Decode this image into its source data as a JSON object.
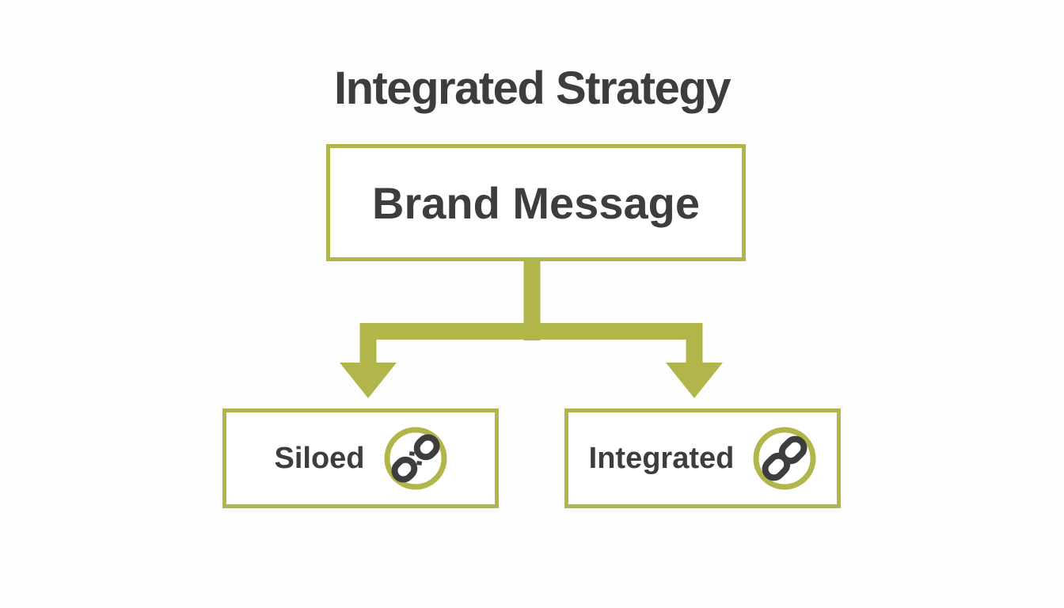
{
  "title": "Integrated Strategy",
  "colors": {
    "accent": "#b2b64a",
    "text": "#3d3d3d",
    "bg": "#fdfdfd"
  },
  "diagram": {
    "root": {
      "label": "Brand Message"
    },
    "children": [
      {
        "label": "Siloed",
        "icon": "broken-link-icon"
      },
      {
        "label": "Integrated",
        "icon": "link-icon"
      }
    ]
  }
}
